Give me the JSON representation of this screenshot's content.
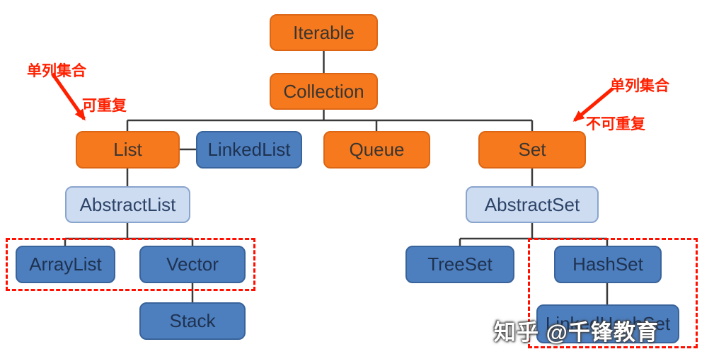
{
  "nodes": {
    "iterable": {
      "label": "Iterable"
    },
    "collection": {
      "label": "Collection"
    },
    "list": {
      "label": "List"
    },
    "linkedlist": {
      "label": "LinkedList"
    },
    "queue": {
      "label": "Queue"
    },
    "set": {
      "label": "Set"
    },
    "abstractlist": {
      "label": "AbstractList"
    },
    "arraylist": {
      "label": "ArrayList"
    },
    "vector": {
      "label": "Vector"
    },
    "stack": {
      "label": "Stack"
    },
    "abstractset": {
      "label": "AbstractSet"
    },
    "treeset": {
      "label": "TreeSet"
    },
    "hashset": {
      "label": "HashSet"
    },
    "linkedhashset": {
      "label": "LinkedHashSet"
    }
  },
  "annotations": {
    "left_label": "单列集合",
    "left_sublabel": "可重复",
    "right_label": "单列集合",
    "right_sublabel": "不可重复"
  },
  "watermark": "知乎 @千锋教育",
  "colors": {
    "orange_node": "#F6791E",
    "blue_node": "#4D7EBE",
    "light_blue_node": "#CDDCF1",
    "connector_line": "#3A3A3A",
    "annotation_red": "#FF2000",
    "dashed_border_red": "#FF0F00"
  }
}
